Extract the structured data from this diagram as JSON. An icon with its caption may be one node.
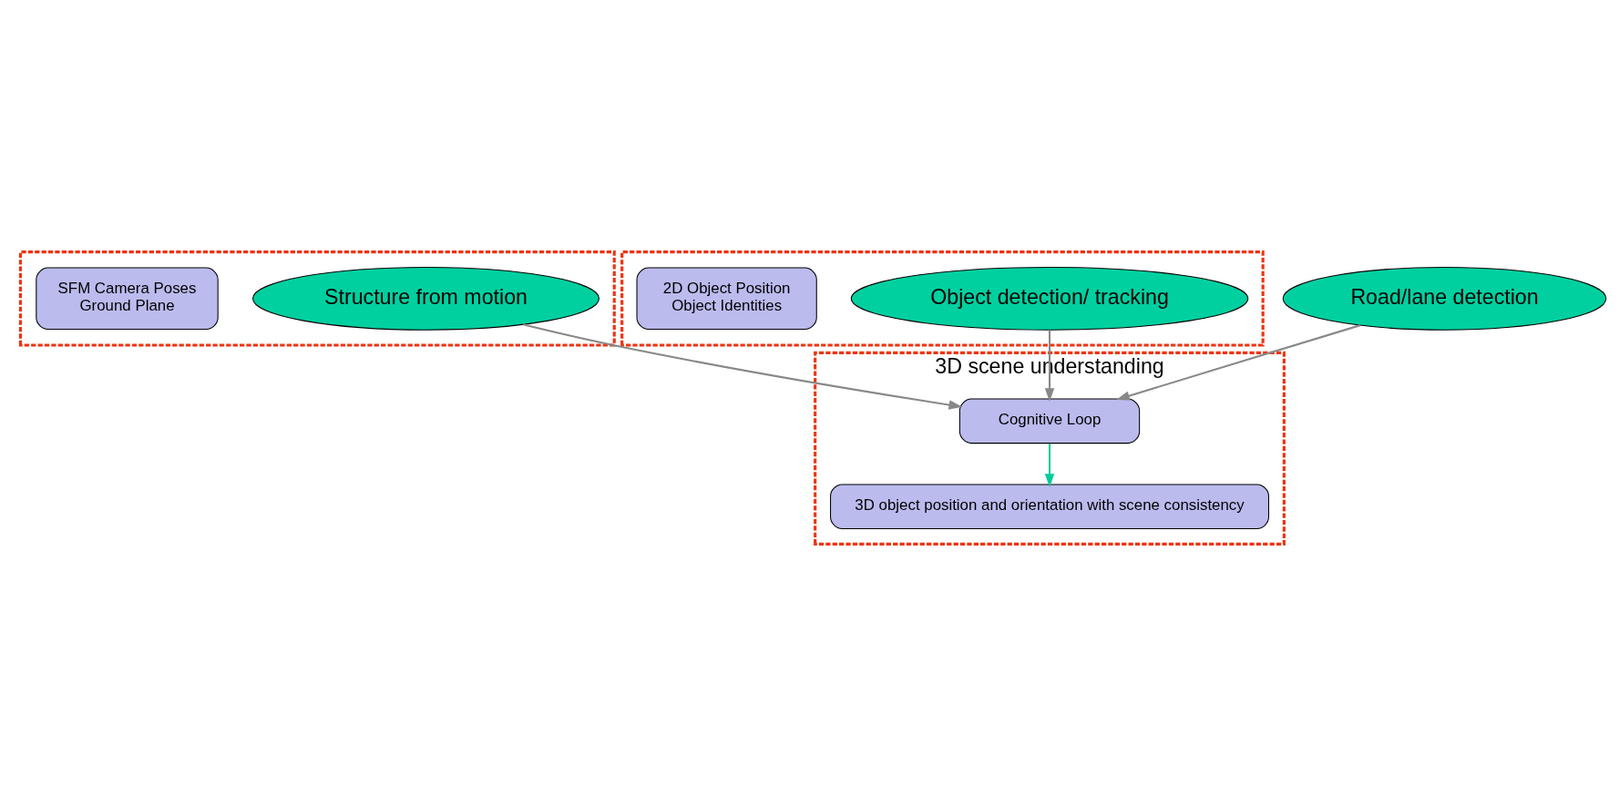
{
  "diagram": {
    "nodes": [
      {
        "text": [],
        "shape": "box"
      },
      {
        "text": [
          "Structure from motion"
        ],
        "in": 0
      },
      {
        "text": [
          "SFM Camera Poses",
          "Ground Plane"
        ],
        "in": 0
      },
      {
        "text": [
          "3D scene understanding"
        ]
      },
      {
        "text": [
          "Cognitive Loop"
        ],
        "in": 3
      },
      {
        "text": [
          "3D object position and orientation with scene consistency"
        ],
        "in": 3
      },
      {
        "text": [],
        "shape": "box"
      },
      {
        "text": [
          "Object detection/ tracking"
        ],
        "in": 6
      },
      {
        "text": [
          "2D Object Position",
          "Object Identities"
        ],
        "in": 6
      },
      {
        "text": [
          "Road/lane detection"
        ]
      }
    ],
    "edges": [
      {
        "from": 1,
        "to": 4,
        "arrow": "to"
      },
      {
        "from": 7,
        "to": 4,
        "arrow": "to"
      },
      {
        "from": 9,
        "to": 4,
        "arrow": "to"
      },
      {
        "from": 4,
        "to": 5,
        "arrow": "to",
        "color": "#00cc99"
      }
    ]
  }
}
